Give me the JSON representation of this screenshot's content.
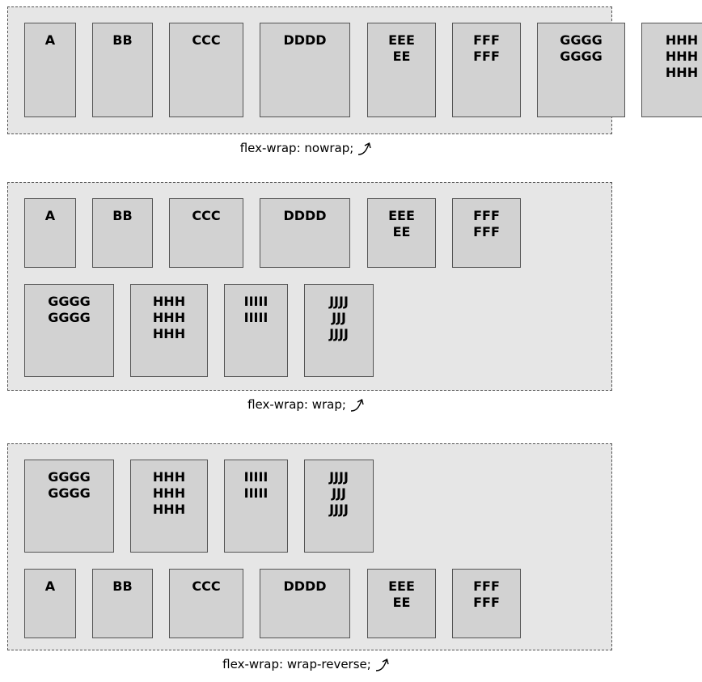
{
  "panels": [
    {
      "caption": "flex-wrap: nowrap;",
      "items": [
        {
          "lines": [
            "A"
          ]
        },
        {
          "lines": [
            "BB"
          ]
        },
        {
          "lines": [
            "CCC"
          ]
        },
        {
          "lines": [
            "DDDD"
          ]
        },
        {
          "lines": [
            "EEE",
            "EE"
          ]
        },
        {
          "lines": [
            "FFF",
            "FFF"
          ]
        },
        {
          "lines": [
            "GGGG",
            "GGGG"
          ]
        },
        {
          "lines": [
            "HHH",
            "HHH",
            "HHH"
          ]
        }
      ]
    },
    {
      "caption": "flex-wrap: wrap;",
      "items": [
        {
          "lines": [
            "A"
          ]
        },
        {
          "lines": [
            "BB"
          ]
        },
        {
          "lines": [
            "CCC"
          ]
        },
        {
          "lines": [
            "DDDD"
          ]
        },
        {
          "lines": [
            "EEE",
            "EE"
          ]
        },
        {
          "lines": [
            "FFF",
            "FFF"
          ]
        },
        {
          "lines": [
            "GGGG",
            "GGGG"
          ]
        },
        {
          "lines": [
            "HHH",
            "HHH",
            "HHH"
          ]
        },
        {
          "lines": [
            "IIIII",
            "IIIII"
          ]
        },
        {
          "lines": [
            "JJJJ",
            "JJJ",
            "JJJJ"
          ]
        }
      ]
    },
    {
      "caption": "flex-wrap: wrap-reverse;",
      "items": [
        {
          "lines": [
            "GGGG",
            "GGGG"
          ]
        },
        {
          "lines": [
            "HHH",
            "HHH",
            "HHH"
          ]
        },
        {
          "lines": [
            "IIIII",
            "IIIII"
          ]
        },
        {
          "lines": [
            "JJJJ",
            "JJJ",
            "JJJJ"
          ]
        },
        {
          "lines": [
            "A"
          ]
        },
        {
          "lines": [
            "BB"
          ]
        },
        {
          "lines": [
            "CCC"
          ]
        },
        {
          "lines": [
            "DDDD"
          ]
        },
        {
          "lines": [
            "EEE",
            "EE"
          ]
        },
        {
          "lines": [
            "FFF",
            "FFF"
          ]
        }
      ]
    }
  ]
}
